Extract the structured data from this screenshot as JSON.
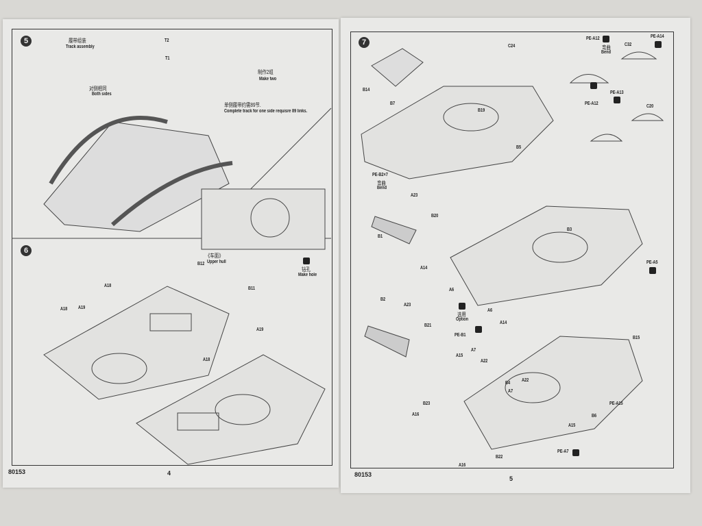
{
  "left_page": {
    "step5": {
      "number": "5",
      "title_cn": "履带组装",
      "title_en": "Track assembly",
      "parts": [
        "T2",
        "T1"
      ],
      "make_two_cn": "制作2组",
      "make_two_en": "Make two",
      "both_sides_cn": "对侧相同",
      "both_sides_en": "Both sides",
      "links_cn": "单侧履带约需89节.",
      "links_en": "Complete track for one side requisre 89 links.",
      "upper_hull_cn": "《车面》",
      "upper_hull_en": "Upper hull",
      "hole_cn": "钻孔",
      "hole_en": "Make hole"
    },
    "step6": {
      "number": "6",
      "parts": [
        "B12",
        "B11",
        "A18",
        "A19",
        "A18",
        "A19",
        "A18"
      ]
    },
    "code": "80153",
    "page_number": "4"
  },
  "right_page": {
    "step7": {
      "number": "7",
      "parts": [
        "C24",
        "B14",
        "B7",
        "B19",
        "B5",
        "PE-A12",
        "C32",
        "PE-A14",
        "PE-A13",
        "PE-A12",
        "C20",
        "PE-B2×7",
        "A23",
        "B20",
        "B1",
        "B3",
        "A14",
        "A6",
        "PE-A5",
        "B2",
        "A23",
        "A6",
        "A14",
        "PE-B1",
        "B21",
        "B15",
        "A15",
        "A7",
        "A22",
        "B4",
        "A7",
        "A22",
        "B23",
        "A16",
        "PE-A15",
        "B6",
        "A15",
        "PE-A7",
        "B22",
        "A16"
      ],
      "bend_cn": "弯曲",
      "bend_en": "Bend",
      "option_cn": "选用",
      "option_en": "Option"
    },
    "code": "80153",
    "page_number": "5"
  }
}
